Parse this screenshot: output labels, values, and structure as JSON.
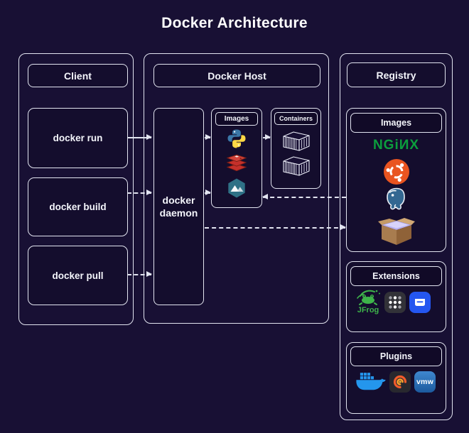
{
  "title": "Docker Architecture",
  "colors": {
    "background": "#181034",
    "border": "#e2e4f0",
    "text": "#f4f5fb",
    "nginx_green": "#0b9e3d",
    "ubuntu_orange": "#e95420",
    "python_blue": "#3b77a8",
    "python_yellow": "#ffd845",
    "redis_red": "#c6302b",
    "alpine_teal": "#2f7186",
    "postgres_blue": "#336791",
    "jfrog_green": "#3eb44a",
    "extension_blue": "#2456f0",
    "docker_blue": "#2496ed",
    "grafana_orange": "#f15b2b",
    "vmware_blue": "#2e76bd",
    "box_brown": "#a87c4f"
  },
  "client": {
    "header": "Client",
    "commands": [
      "docker run",
      "docker build",
      "docker pull"
    ]
  },
  "docker_host": {
    "header": "Docker Host",
    "daemon_label": "docker daemon",
    "images_label": "Images",
    "containers_label": "Containers",
    "image_icons": [
      "python",
      "redis",
      "alpine"
    ],
    "container_icons": [
      "container",
      "container"
    ]
  },
  "registry": {
    "header": "Registry",
    "sections": [
      {
        "label": "Images",
        "icons": [
          "nginx",
          "ubuntu",
          "postgresql",
          "package-box"
        ]
      },
      {
        "label": "Extensions",
        "icons": [
          "jfrog",
          "apps-grid",
          "disk-drive"
        ]
      },
      {
        "label": "Plugins",
        "icons": [
          "docker-whale",
          "grafana",
          "vmware"
        ]
      }
    ],
    "nginx_text": "NGiИX",
    "jfrog_text": "JFrog",
    "vmware_text": "vmw"
  }
}
